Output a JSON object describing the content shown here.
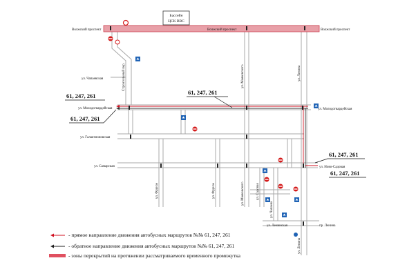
{
  "building": {
    "line1": "Бассейн",
    "line2": "ЦСК ВВС"
  },
  "streets": {
    "volzhsky_left": "Волжский проспект",
    "volzhsky_mid": "Волжский проспект",
    "volzhsky_right": "Волжский проспект",
    "chapaevskaya": "ул. Чапаевская",
    "stroitelny": "Строительный пер.",
    "molodogvard_left": "ул. Молодогвардейская",
    "molodogvard_right": "ул. Молодогвардейская",
    "galaktionovskaya": "ул. Галактионовская",
    "samarskaya": "ул. Самарская",
    "novo_sadovaya": "ул. Ново-Садовая",
    "mayakovskogo": "ул. Маяковского",
    "lenina_vert": "ул. Ленина",
    "lenina_bottom": "ул. Ленина",
    "frunze_1": "ул. Фрунзе",
    "frunze_2": "ул. Фрунзе",
    "sadovaya": "ул. Садовая",
    "chapaeva": "ул. Чапаева",
    "leninskaya": "ул. Ленинская",
    "pr_lenina": "пр. Ленина"
  },
  "routes": {
    "r1": "61, 247, 261",
    "r2": "61, 247, 261",
    "r3": "61, 247, 261",
    "r4": "61, 247, 261",
    "r5": "61, 247, 261"
  },
  "legend": {
    "forward": "- прямое направление движения автобусных маршрутов №№ 61, 247, 261",
    "reverse": "- обратное направление движения автобусных маршрутов №№ 61, 247, 261",
    "closure": "- зоны перекрытий на протяжении рассматриваемого временного промежутка"
  },
  "colors": {
    "closure": "#e05060",
    "route": "#d01020",
    "road": "#9a9a9a",
    "sign_blue": "#1f63b5",
    "sign_red": "#d41a1a"
  },
  "icons": [
    "no-entry-sign",
    "one-way-sign",
    "traffic-light-icon",
    "arrow-left-icon"
  ]
}
